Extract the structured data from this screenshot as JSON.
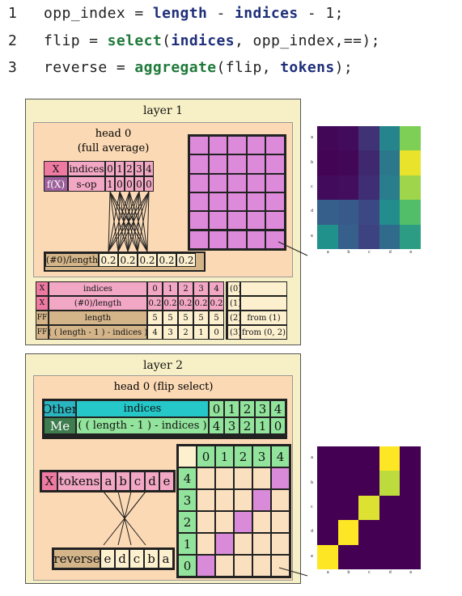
{
  "code": {
    "lines": [
      {
        "num": "1",
        "parts": [
          {
            "t": "opp_index = ",
            "c": ""
          },
          {
            "t": "length",
            "c": "kw-blue"
          },
          {
            "t": " - ",
            "c": ""
          },
          {
            "t": "indices",
            "c": "kw-blue"
          },
          {
            "t": " - 1;",
            "c": ""
          }
        ]
      },
      {
        "num": "2",
        "parts": [
          {
            "t": "flip = ",
            "c": ""
          },
          {
            "t": "select",
            "c": "kw-green"
          },
          {
            "t": "(",
            "c": ""
          },
          {
            "t": "indices",
            "c": "kw-blue"
          },
          {
            "t": ", opp_index,==);",
            "c": ""
          }
        ]
      },
      {
        "num": "3",
        "parts": [
          {
            "t": "reverse = ",
            "c": ""
          },
          {
            "t": "aggregate",
            "c": "kw-green"
          },
          {
            "t": "(flip, ",
            "c": ""
          },
          {
            "t": "tokens",
            "c": "kw-blue"
          },
          {
            "t": ");",
            "c": ""
          }
        ]
      }
    ]
  },
  "layer1": {
    "title": "layer 1",
    "head_title_1": "head 0",
    "head_title_2": "(full average)",
    "x_label": "X",
    "x_name": "indices",
    "x_values": [
      "0",
      "1",
      "2",
      "3",
      "4"
    ],
    "fx_label": "f(X)",
    "fx_name": "s-op",
    "fx_values": [
      "1",
      "0",
      "0",
      "0",
      "0"
    ],
    "out_name": "(#0)/length",
    "out_values": [
      "0.2",
      "0.2",
      "0.2",
      "0.2",
      "0.2"
    ],
    "table": [
      {
        "tag": "X",
        "name": "indices",
        "values": [
          "0",
          "1",
          "2",
          "3",
          "4"
        ],
        "idx": "(0)",
        "src": ""
      },
      {
        "tag": "X",
        "name": "(#0)/length",
        "values": [
          "0.2",
          "0.2",
          "0.2",
          "0.2",
          "0.2"
        ],
        "idx": "(1)",
        "src": ""
      },
      {
        "tag": "FF",
        "name": "length",
        "values": [
          "5",
          "5",
          "5",
          "5",
          "5"
        ],
        "idx": "(2)",
        "src": "from (1)"
      },
      {
        "tag": "FF",
        "name": "( ( length - 1 ) - indices )",
        "values": [
          "4",
          "3",
          "2",
          "1",
          "0"
        ],
        "idx": "(3)",
        "src": "from (0, 2)"
      }
    ]
  },
  "layer2": {
    "title": "layer 2",
    "head_title": "head 0 (flip select)",
    "other_label": "Other",
    "other_name": "indices",
    "other_values": [
      "0",
      "1",
      "2",
      "3",
      "4"
    ],
    "me_label": "Me",
    "me_name": "( ( length - 1 ) - indices )",
    "me_values": [
      "4",
      "3",
      "2",
      "1",
      "0"
    ],
    "grid_cols": [
      "0",
      "1",
      "2",
      "3",
      "4"
    ],
    "grid_rows": [
      "4",
      "3",
      "2",
      "1",
      "0"
    ],
    "x_label": "X",
    "tokens_name": "tokens",
    "tokens_values": [
      "a",
      "b",
      "c",
      "d",
      "e"
    ],
    "out_name": "reverse",
    "out_values": [
      "e",
      "d",
      "c",
      "b",
      "a"
    ]
  },
  "heatmap1": {
    "xticks": [
      "a",
      "b",
      "c",
      "d",
      "e"
    ],
    "yticks": [
      "a",
      "b",
      "c",
      "d",
      "e"
    ],
    "values": [
      [
        0.02,
        0.03,
        0.15,
        0.45,
        0.8
      ],
      [
        0.01,
        0.02,
        0.12,
        0.4,
        0.97
      ],
      [
        0.03,
        0.04,
        0.14,
        0.42,
        0.85
      ],
      [
        0.3,
        0.28,
        0.22,
        0.48,
        0.7
      ],
      [
        0.5,
        0.3,
        0.2,
        0.35,
        0.55
      ]
    ]
  },
  "heatmap2": {
    "xticks": [
      "a",
      "b",
      "c",
      "d",
      "e"
    ],
    "yticks": [
      "a",
      "b",
      "c",
      "d",
      "e"
    ],
    "values": [
      [
        0,
        0,
        0,
        1,
        0
      ],
      [
        0,
        0,
        0,
        0.9,
        0
      ],
      [
        0,
        0,
        0.95,
        0,
        0
      ],
      [
        0,
        1,
        0,
        0,
        0
      ],
      [
        1,
        0,
        0,
        0,
        0
      ]
    ]
  }
}
